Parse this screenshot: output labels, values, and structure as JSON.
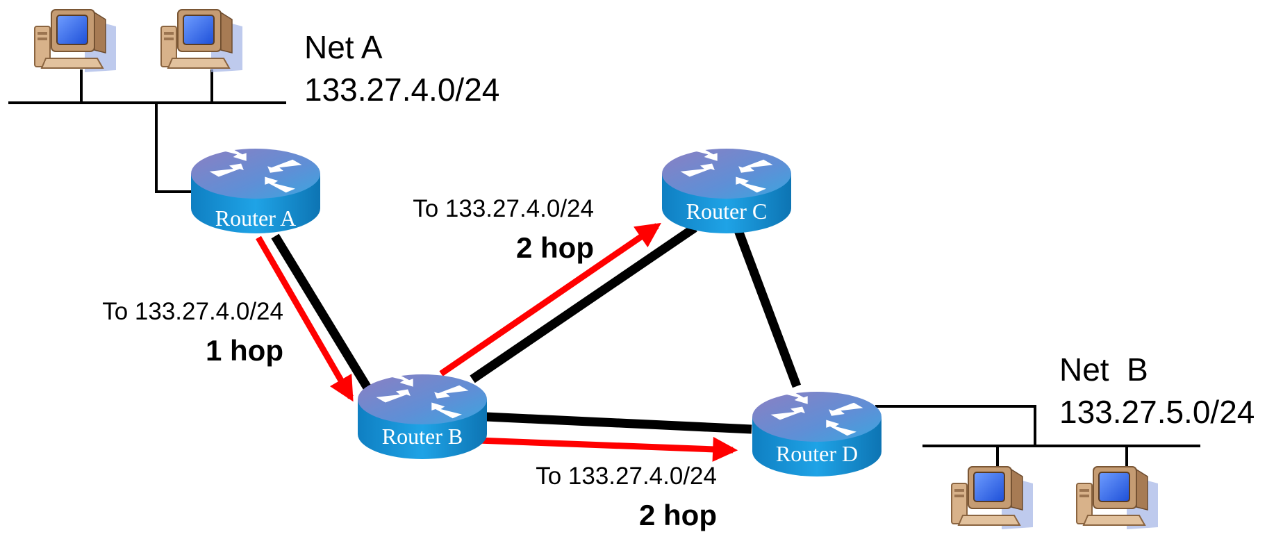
{
  "networks": {
    "net_a": {
      "name": "Net A",
      "prefix": "133.27.4.0/24"
    },
    "net_b": {
      "name": "Net  B",
      "prefix": "133.27.5.0/24"
    }
  },
  "routers": {
    "a": {
      "label": "Router A"
    },
    "b": {
      "label": "Router B"
    },
    "c": {
      "label": "Router C"
    },
    "d": {
      "label": "Router D"
    }
  },
  "advertisements": {
    "a_to_b": {
      "route": "To 133.27.4.0/24",
      "hops": "1 hop"
    },
    "b_to_c": {
      "route": "To 133.27.4.0/24",
      "hops": "2 hop"
    },
    "b_to_d": {
      "route": "To 133.27.4.0/24",
      "hops": "2 hop"
    }
  },
  "colors": {
    "link": "#000000",
    "advertisement_arrow": "#ff0000",
    "router_body": "#1a8fd0",
    "router_top": "#7a78c4",
    "monitor_case": "#c9a27a",
    "monitor_screen": "#2f6fe8"
  },
  "icons": {
    "router": "router-icon",
    "host": "desktop-computer-icon"
  }
}
